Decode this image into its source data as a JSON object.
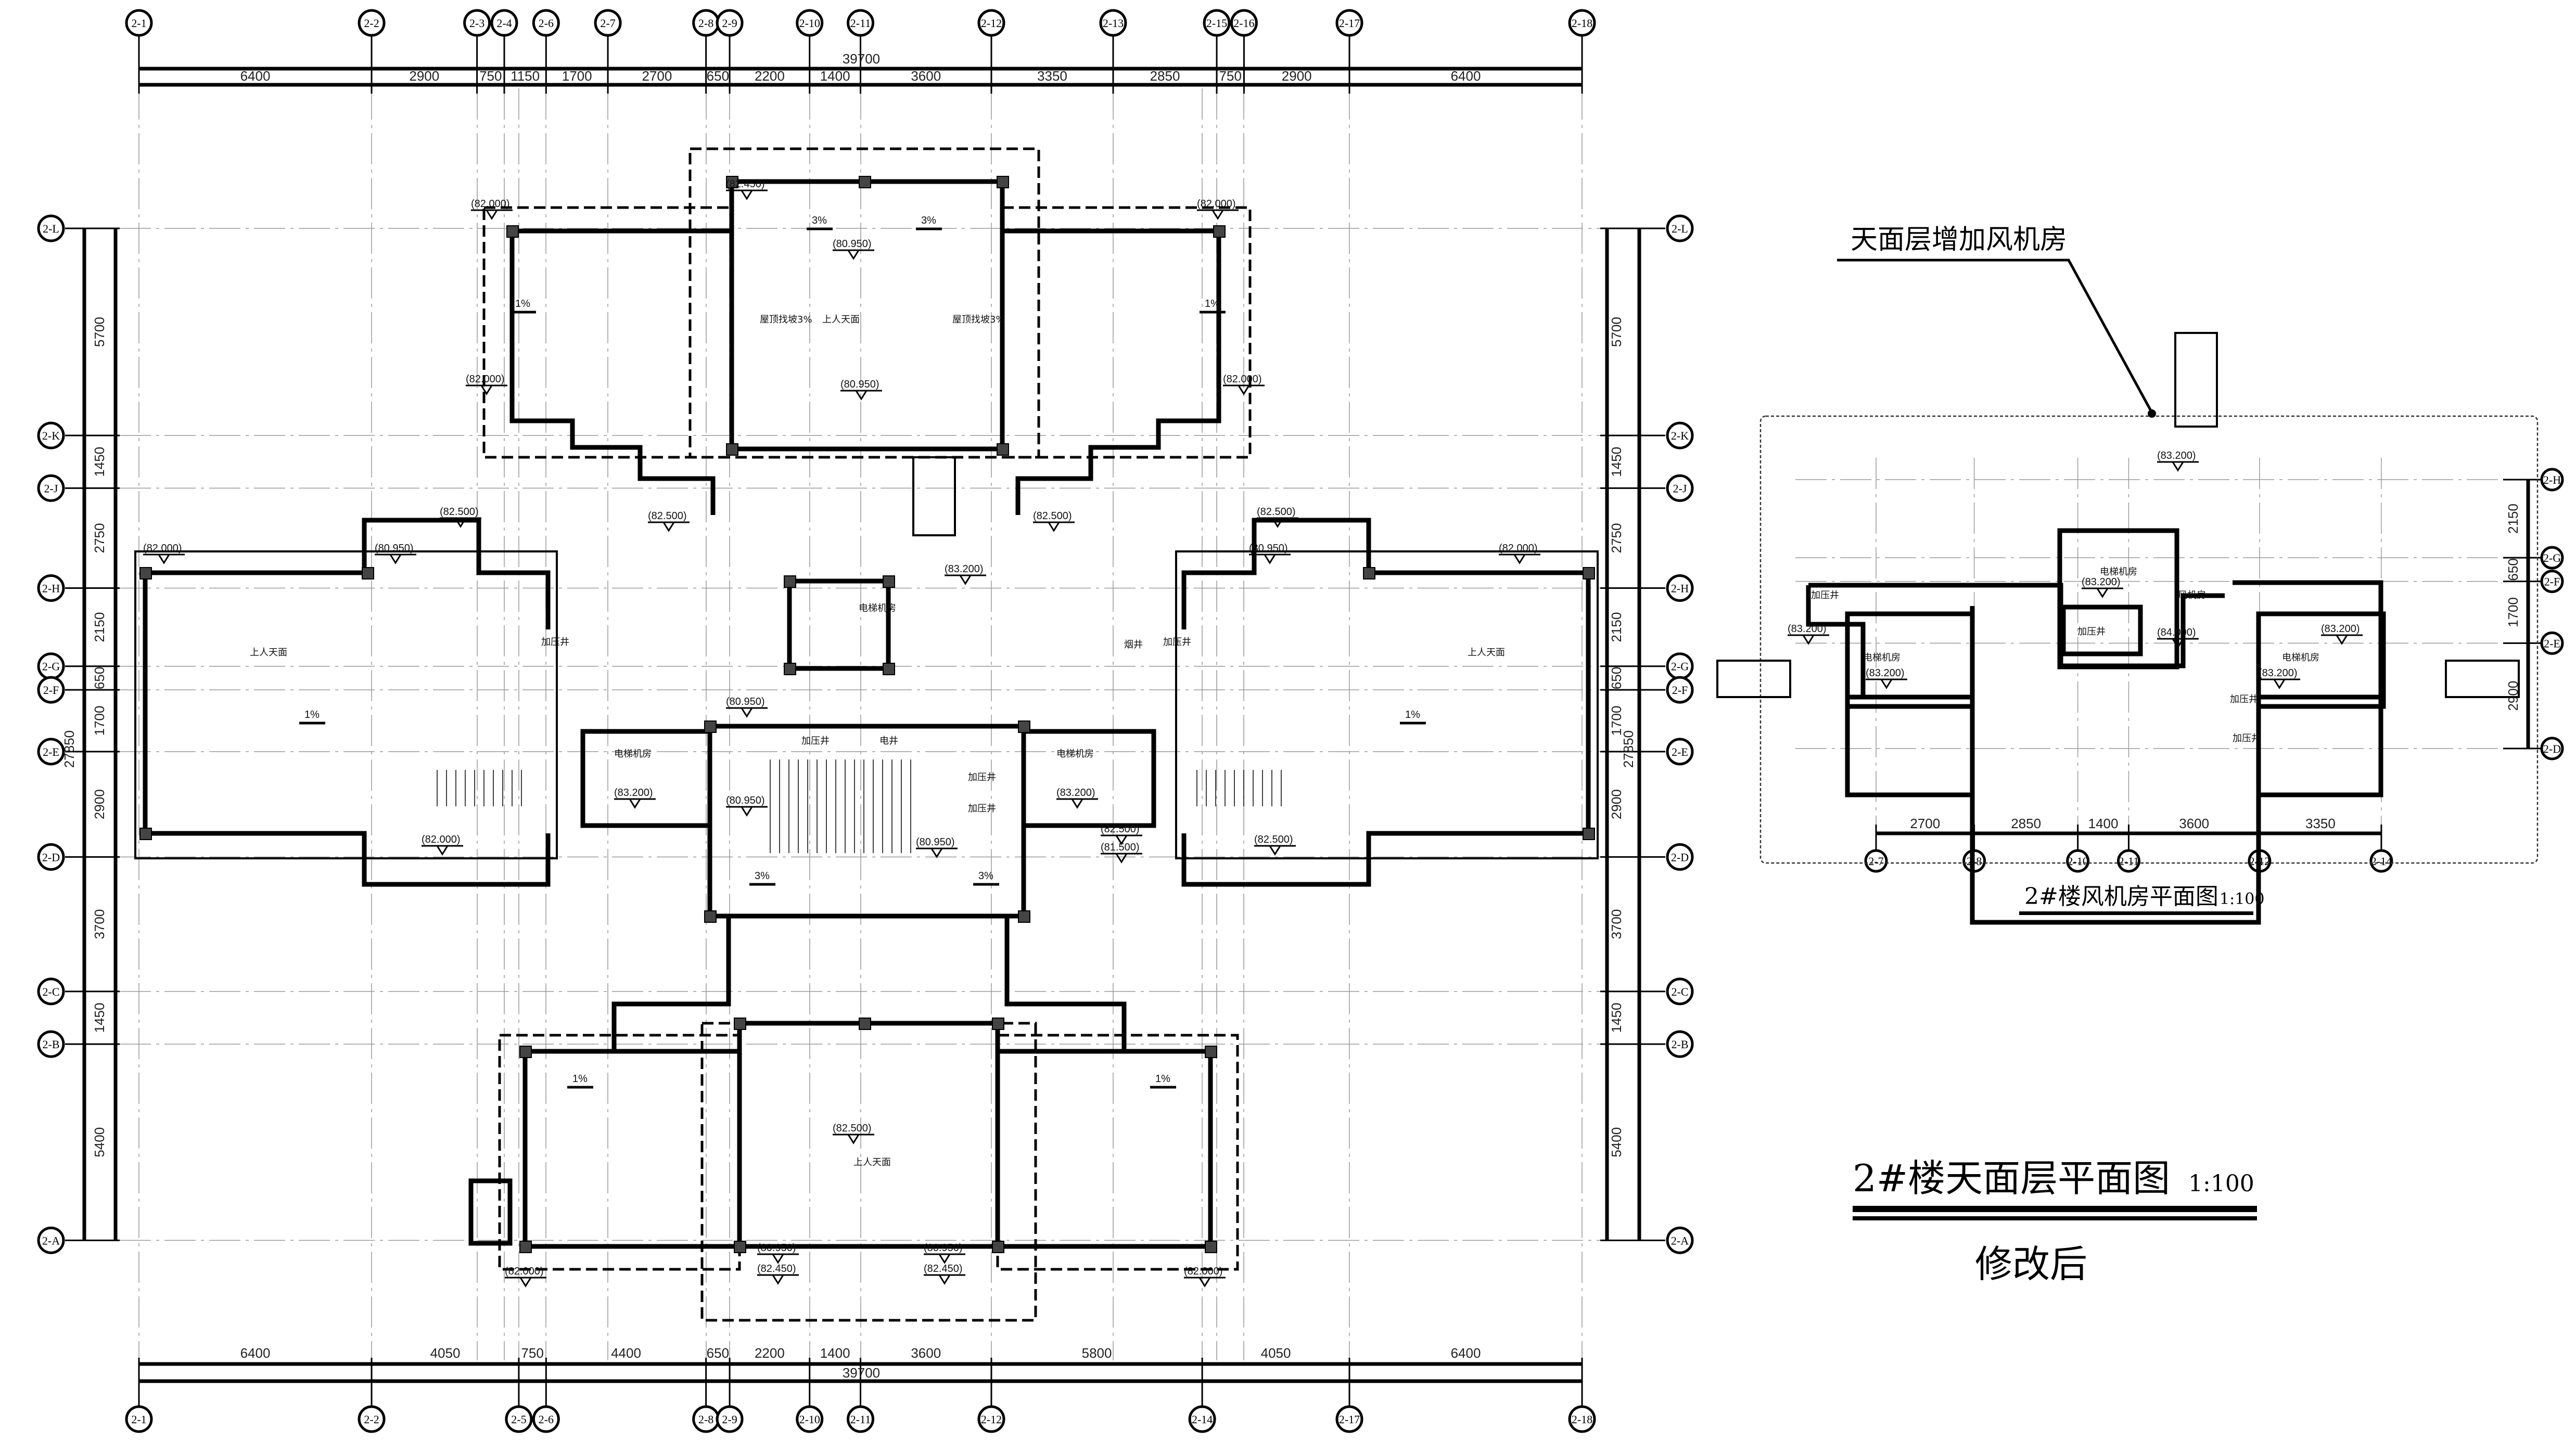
{
  "main_plan": {
    "title": "2#楼天面层平面图",
    "scale": "1:100",
    "note": "修改后",
    "top_axis": {
      "labels": [
        "2-1",
        "2-2",
        "2-3",
        "2-4",
        "2-6",
        "2-7",
        "2-8",
        "2-9",
        "2-10",
        "2-11",
        "2-12",
        "2-13",
        "2-15",
        "2-16",
        "2-17",
        "2-18"
      ],
      "dims": [
        6400,
        2900,
        750,
        1150,
        1700,
        2700,
        650,
        2200,
        1400,
        3600,
        3350,
        2850,
        750,
        2900,
        6400
      ],
      "total": "39700"
    },
    "bottom_axis": {
      "labels": [
        "2-1",
        "2-2",
        "2-5",
        "2-6",
        "2-8",
        "2-9",
        "2-10",
        "2-11",
        "2-12",
        "2-14",
        "2-17",
        "2-18"
      ],
      "dims": [
        6400,
        4050,
        750,
        4400,
        650,
        2200,
        1400,
        3600,
        5800,
        4050,
        6400
      ],
      "total": "39700"
    },
    "side_axis": {
      "labels": [
        "2-L",
        "2-K",
        "2-J",
        "2-H",
        "2-G",
        "2-F",
        "2-E",
        "2-D",
        "2-C",
        "2-B",
        "2-A"
      ],
      "dims": [
        5700,
        1450,
        2750,
        2150,
        650,
        1700,
        2900,
        3700,
        1450,
        5400
      ],
      "total": "27850"
    },
    "rooms": [
      "上人天面",
      "上人天面",
      "上人天面",
      "上人天面",
      "电梯机房",
      "电梯机房",
      "电梯机房",
      "加压井",
      "电井",
      "加压井",
      "加压井",
      "烟井",
      "加压井",
      "加压井",
      "屋顶找坡3%",
      "屋顶找坡3%"
    ],
    "elevations": [
      "(82.000)",
      "(82.000)",
      "(82.450)",
      "(80.950)",
      "(80.950)",
      "(82.000)",
      "(82.000)",
      "(82.500)",
      "(82.500)",
      "(82.500)",
      "(82.500)",
      "(83.200)",
      "(80.950)",
      "(80.950)",
      "(80.950)",
      "(83.200)",
      "(83.200)",
      "(82.500)",
      "(81.500)",
      "(82.000)",
      "(80.950)",
      "(80.950)",
      "(82.000)",
      "(82.000)",
      "(82.500)",
      "(82.500)",
      "(80.950)",
      "(80.950)",
      "(82.450)",
      "(82.450)",
      "(82.000)",
      "(82.000)"
    ],
    "slopes": [
      "1%",
      "1%",
      "3%",
      "3%",
      "1%",
      "1%",
      "3%",
      "3%",
      "1%",
      "1%"
    ]
  },
  "fan_room_plan": {
    "callout": "天面层增加风机房",
    "title": "2#楼风机房平面图",
    "scale": "1:100",
    "bottom_axis": {
      "labels": [
        "2-7",
        "2-8",
        "2-10",
        "2-11",
        "2-12",
        "2-14"
      ],
      "dims": [
        2700,
        2850,
        1400,
        3600,
        3350
      ]
    },
    "side_axis": {
      "labels": [
        "2-H",
        "2-G",
        "2-F",
        "2-E",
        "2-D"
      ],
      "dims": [
        2150,
        650,
        1700,
        2900
      ]
    },
    "rooms": [
      "电梯机房",
      "电梯机房",
      "电梯机房",
      "加压井",
      "加压井",
      "加压井",
      "加压井",
      "风机房"
    ],
    "elevations": [
      "(83.200)",
      "(83.200)",
      "(83.200)",
      "(83.200)",
      "(83.200)",
      "(84.000)",
      "(83.200)"
    ]
  }
}
